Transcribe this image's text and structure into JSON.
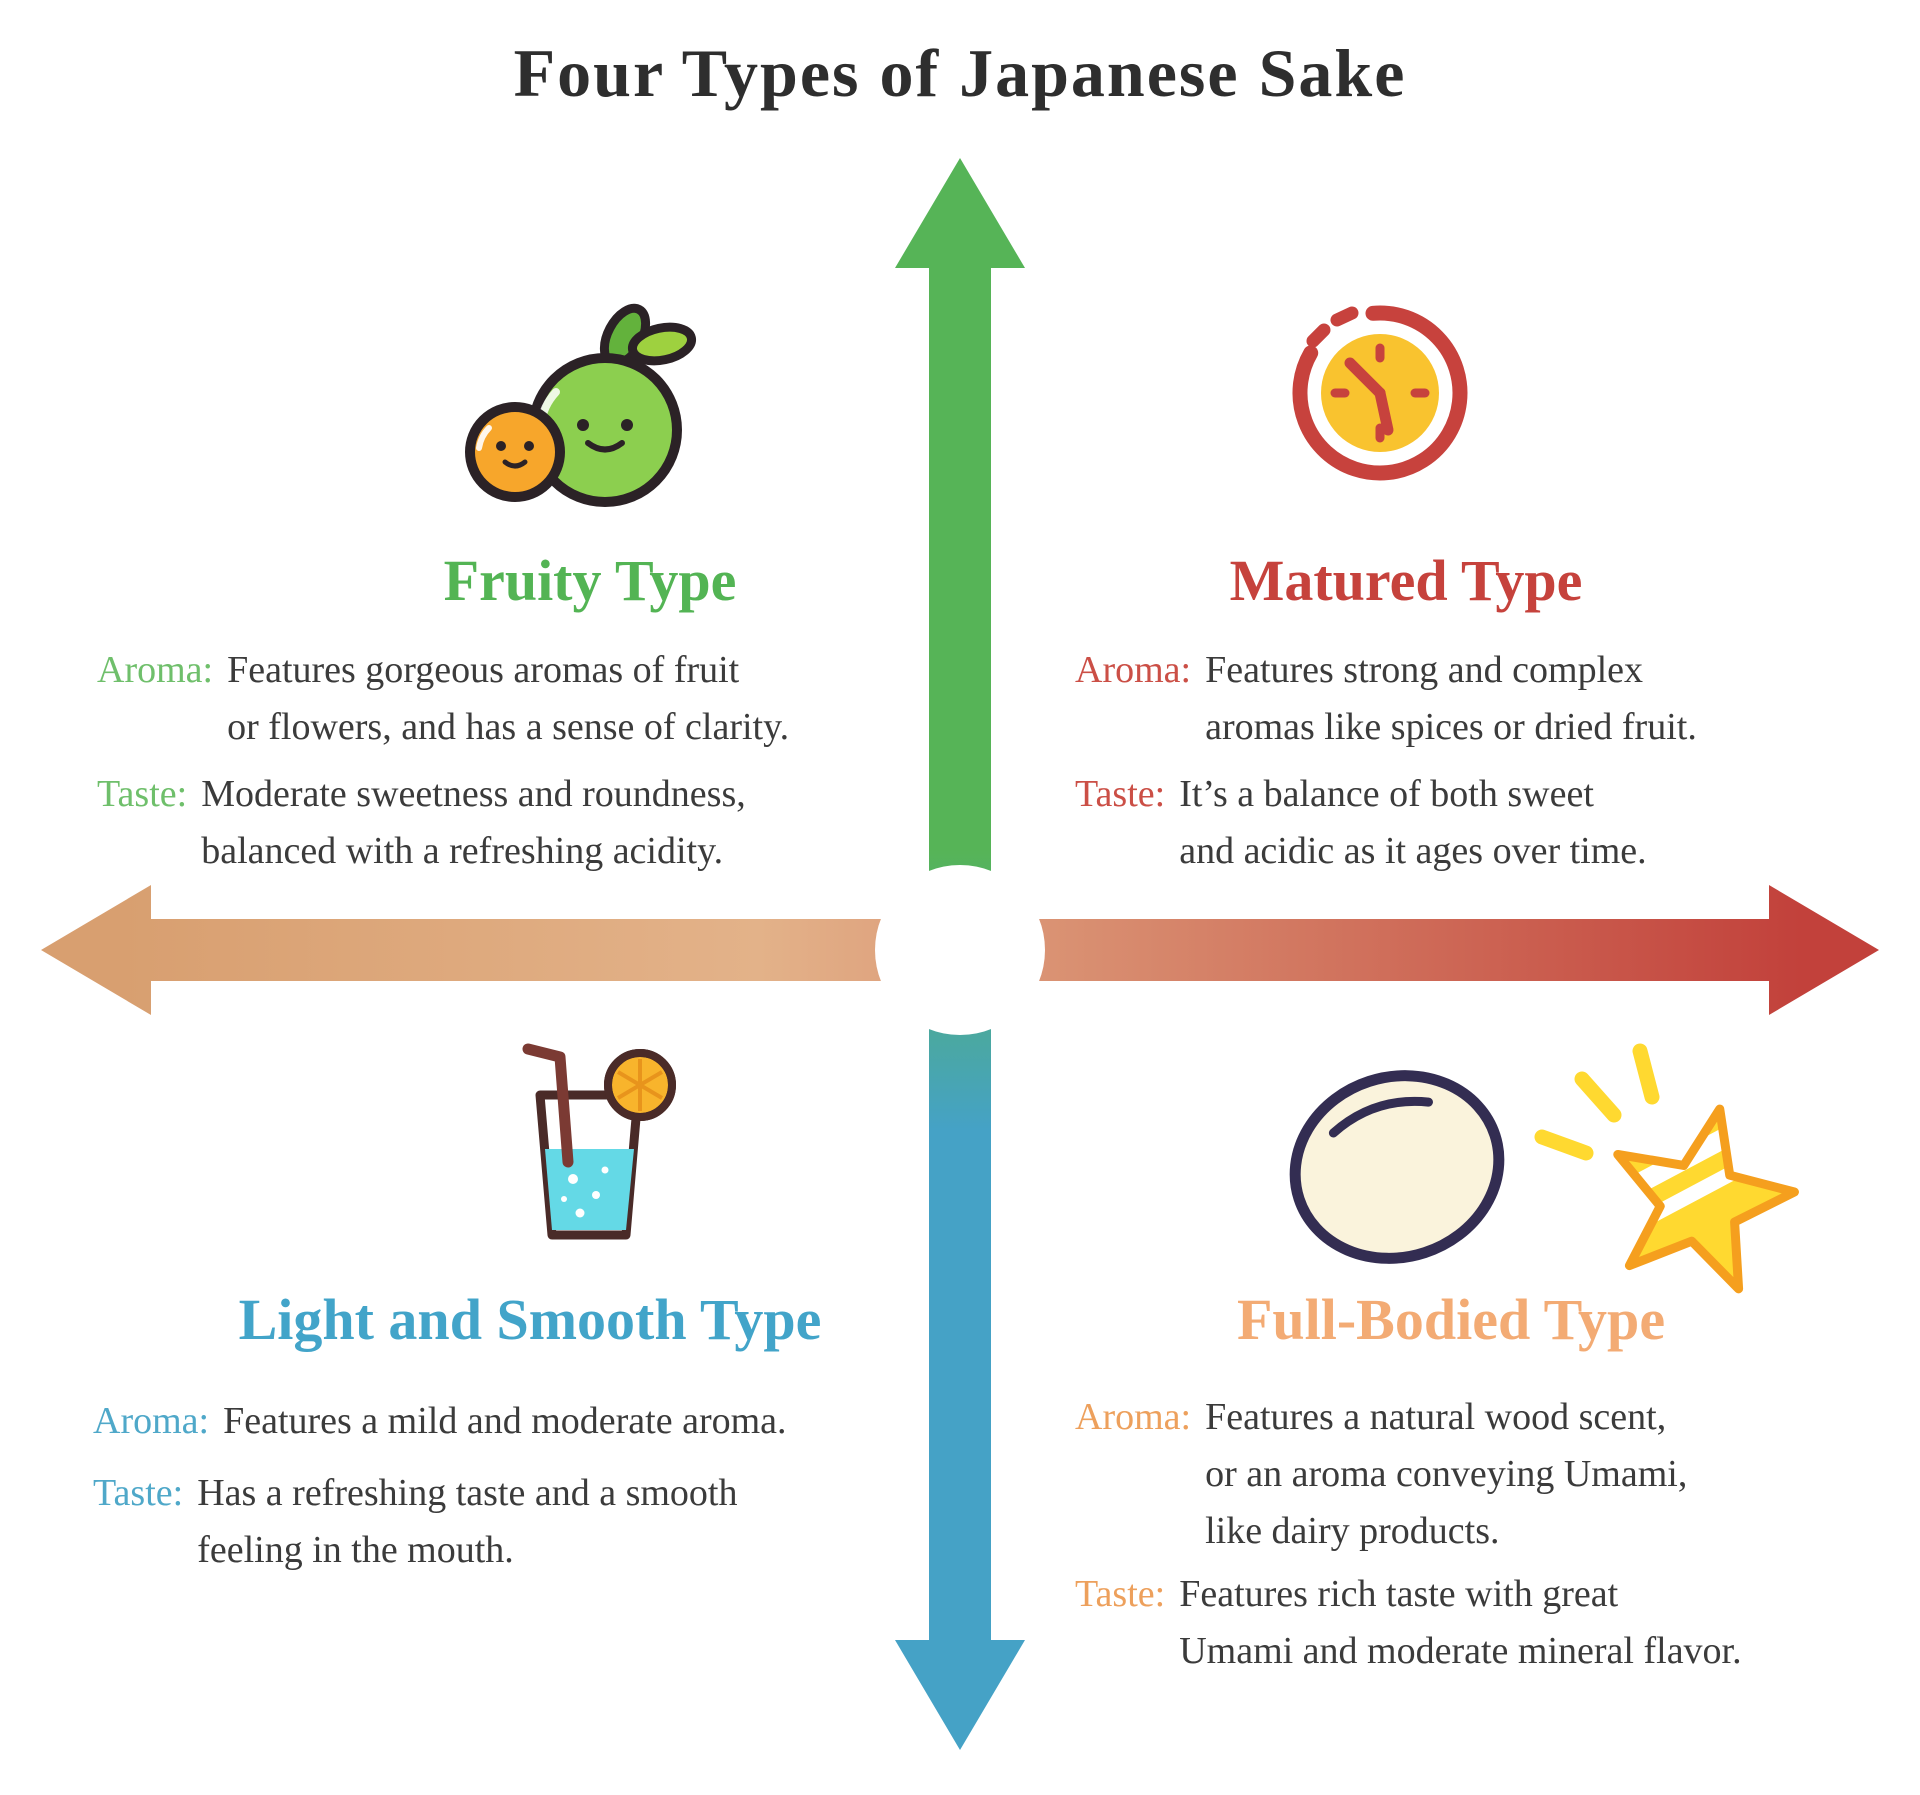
{
  "title": "Four Types of Japanese Sake",
  "colors": {
    "green": "#53b454",
    "green_label": "#6fbf6b",
    "red": "#c6423c",
    "red_label": "#cb4f46",
    "blue": "#42a4c9",
    "blue_label": "#4fa8c9",
    "peach": "#f3ab74",
    "peach_label": "#eda05c",
    "body_text": "#3b3b3b",
    "title": "#2e2e2e",
    "arrow_green": "#56b457",
    "arrow_blue": "#45a2c6",
    "arrow_tan": "#d89f70",
    "arrow_peach_mid": "#e3b289",
    "arrow_red": "#c2413b"
  },
  "quadrants": {
    "fruity": {
      "icon": "fruits-icon",
      "heading": "Fruity Type",
      "aroma_label": "Aroma:",
      "aroma_lines": [
        "Features gorgeous aromas of fruit",
        "or flowers, and has a sense of clarity."
      ],
      "taste_label": "Taste:",
      "taste_lines": [
        "Moderate sweetness and roundness,",
        "balanced with a refreshing acidity."
      ]
    },
    "matured": {
      "icon": "clock-icon",
      "heading": "Matured Type",
      "aroma_label": "Aroma:",
      "aroma_lines": [
        "Features strong and complex",
        "aromas like spices or dried fruit."
      ],
      "taste_label": "Taste:",
      "taste_lines": [
        "It’s a balance of both sweet",
        "and acidic as it ages over time."
      ]
    },
    "light_smooth": {
      "icon": "drink-icon",
      "heading": "Light and Smooth Type",
      "aroma_label": "Aroma:",
      "aroma_lines": [
        "Features a mild and moderate aroma."
      ],
      "taste_label": "Taste:",
      "taste_lines": [
        "Has a refreshing taste and a smooth",
        "feeling in the mouth."
      ]
    },
    "full_bodied": {
      "icon": "rice-star-icon",
      "heading": "Full-Bodied Type",
      "aroma_label": "Aroma:",
      "aroma_lines": [
        "Features a natural wood scent,",
        "or an aroma conveying Umami,",
        "like dairy products."
      ],
      "taste_label": "Taste:",
      "taste_lines": [
        "Features rich taste with great",
        "Umami and moderate mineral flavor."
      ]
    }
  }
}
